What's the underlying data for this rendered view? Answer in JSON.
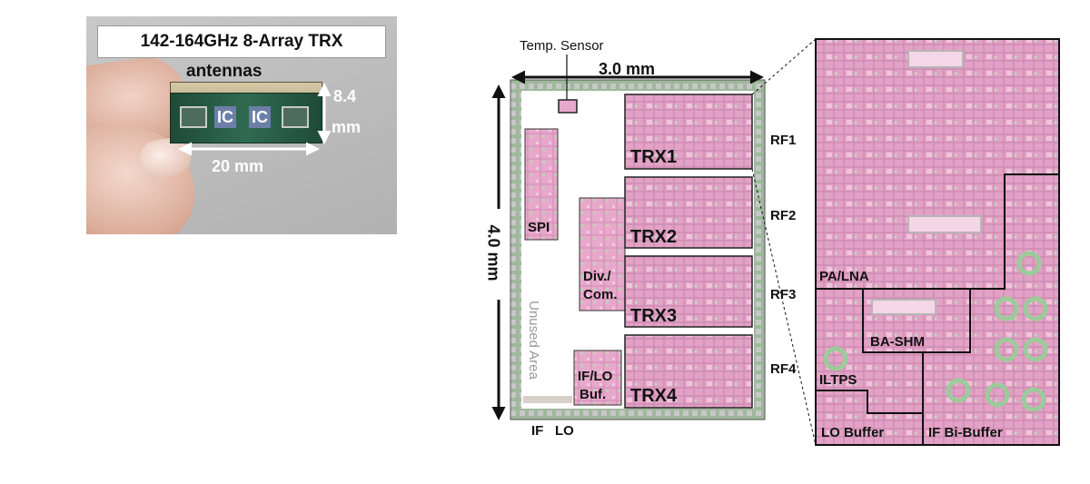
{
  "photo": {
    "title": "142-164GHz 8-Array TRX",
    "antennas_label": "antennas",
    "ic_label_1": "IC",
    "ic_label_2": "IC",
    "height_value": "8.4",
    "height_unit": "mm",
    "width_label": "20 mm"
  },
  "chip": {
    "temp_sensor_label": "Temp. Sensor",
    "width_label": "3.0 mm",
    "height_label": "4.0 mm",
    "spi_label": "SPI",
    "div_com_label_line1": "Div./",
    "div_com_label_line2": "Com.",
    "if_lo_buf_line1": "IF/LO",
    "if_lo_buf_line2": "Buf.",
    "unused_area_label": "Unused Area",
    "if_port_label": "IF",
    "lo_port_label": "LO",
    "trx_blocks": [
      "TRX1",
      "TRX2",
      "TRX3",
      "TRX4"
    ],
    "rf_ports": [
      "RF1",
      "RF2",
      "RF3",
      "RF4"
    ]
  },
  "zoom": {
    "pa_lna_label": "PA/LNA",
    "ba_shm_label": "BA-SHM",
    "iltps_label": "ILTPS",
    "lo_buffer_label": "LO Buffer",
    "if_bi_buffer_label": "IF Bi-Buffer"
  },
  "colors": {
    "die_pink": "#e7a9cb",
    "pad_gray": "#b8b8b8",
    "seal_green": "#a3c3a0",
    "outline": "#1a1a1a"
  }
}
